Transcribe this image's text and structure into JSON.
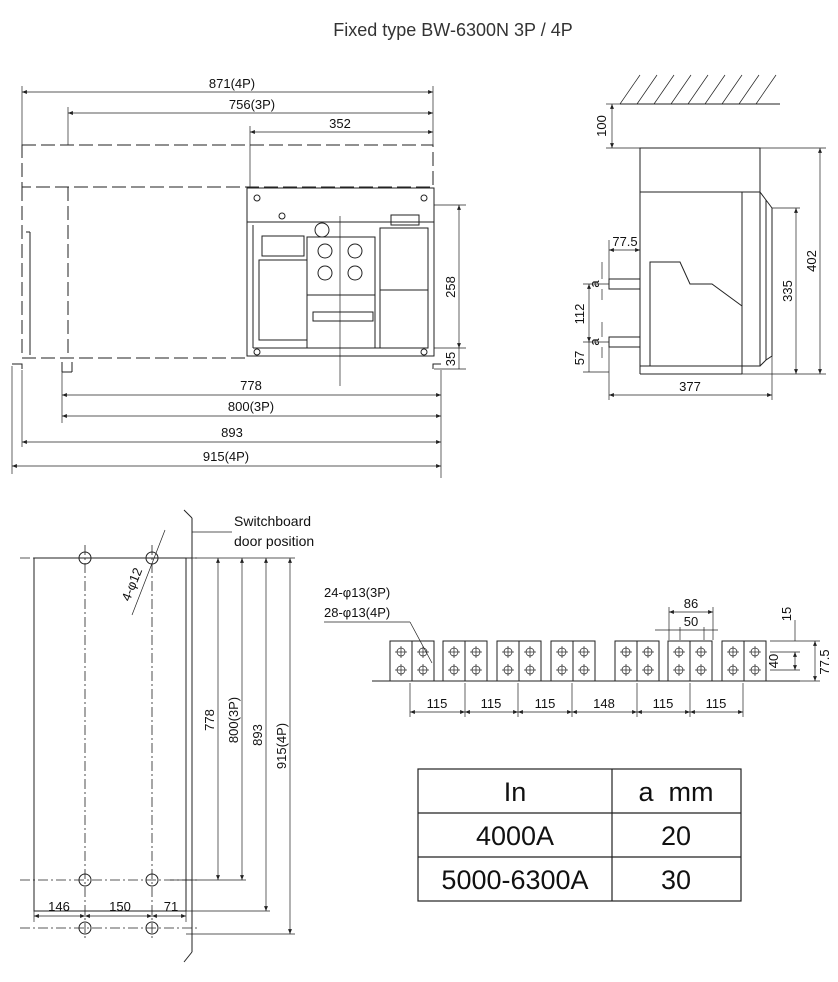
{
  "title": "Fixed type BW-6300N 3P / 4P",
  "front_view": {
    "dims": {
      "w871": "871(4P)",
      "w756": "756(3P)",
      "w352": "352",
      "w778": "778",
      "w800": "800(3P)",
      "w893": "893",
      "w915": "915(4P)",
      "h258": "258",
      "h35": "35"
    }
  },
  "side_view": {
    "dims": {
      "h100": "100",
      "d77_5": "77.5",
      "h112": "112",
      "h57": "57",
      "a1": "a",
      "a2": "a",
      "h402": "402",
      "h335": "335",
      "w377": "377"
    }
  },
  "mounting_view": {
    "switchboard_label_1": "Switchboard",
    "switchboard_label_2": "door position",
    "hole_label": "4-φ12",
    "dims": {
      "v778": "778",
      "v800": "800(3P)",
      "v893": "893",
      "v915": "915(4P)",
      "h146": "146",
      "h150": "150",
      "h71": "71"
    }
  },
  "terminal_view": {
    "holes_3p": "24-φ13(3P)",
    "holes_4p": "28-φ13(4P)",
    "dims": {
      "d86": "86",
      "d50": "50",
      "d15": "15",
      "d40": "40",
      "d77_5": "77.5",
      "s1": "115",
      "s2": "115",
      "s3": "115",
      "s4": "148",
      "s5": "115",
      "s6": "115"
    }
  },
  "table": {
    "headers": [
      "In",
      "a  mm"
    ],
    "rows": [
      [
        "4000A",
        "20"
      ],
      [
        "5000-6300A",
        "30"
      ]
    ]
  }
}
